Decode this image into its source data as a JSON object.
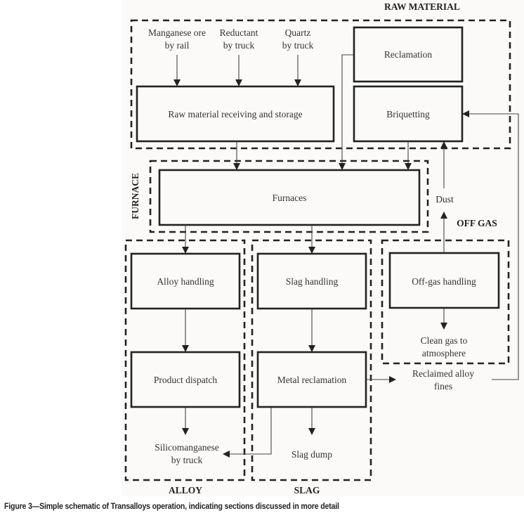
{
  "sections": {
    "raw_material": "RAW MATERIAL",
    "furnace": "FURNACE",
    "off_gas": "OFF GAS",
    "alloy": "ALLOY",
    "slag": "SLAG"
  },
  "inputs": {
    "manganese": [
      "Manganese ore",
      "by rail"
    ],
    "reductant": [
      "Reductant",
      "by truck"
    ],
    "quartz": [
      "Quartz",
      "by truck"
    ]
  },
  "boxes": {
    "raw_material_storage": "Raw material receiving and storage",
    "reclamation": "Reclamation",
    "briquetting": "Briquetting",
    "furnaces": "Furnaces",
    "alloy_handling": "Alloy handling",
    "product_dispatch": "Product dispatch",
    "slag_handling": "Slag handling",
    "metal_reclamation": "Metal reclamation",
    "off_gas_handling": "Off-gas handling"
  },
  "outputs": {
    "dust": "Dust",
    "clean_gas": [
      "Clean gas to",
      "atmosphere"
    ],
    "reclaimed_fines": [
      "Reclaimed alloy",
      "fines"
    ],
    "silicomanganese": [
      "Silicomanganese",
      "by truck"
    ],
    "slag_dump": "Slag dump"
  },
  "caption": "Figure 3—Simple schematic of Transalloys operation, indicating sections discussed in more detail"
}
